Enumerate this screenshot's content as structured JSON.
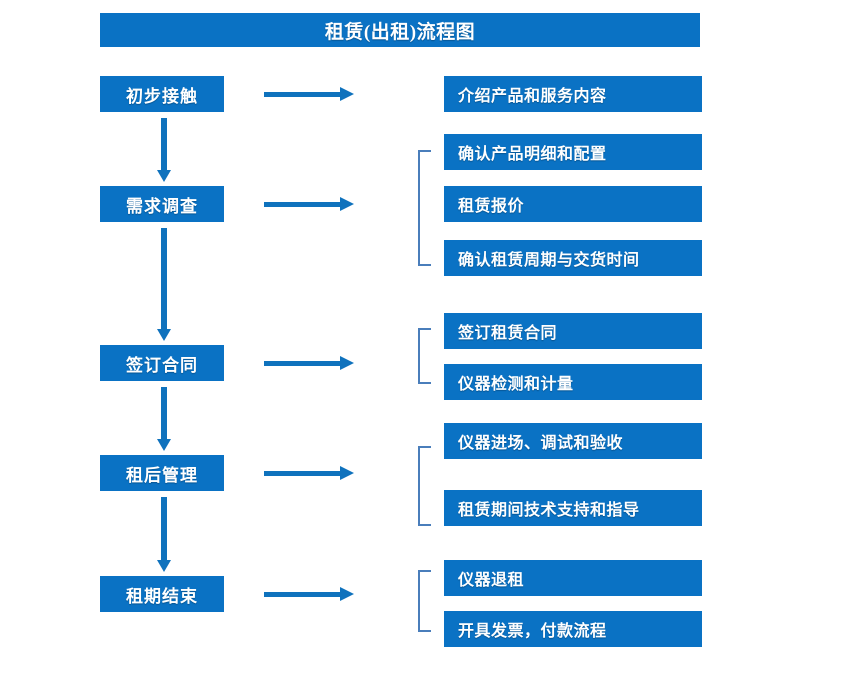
{
  "title": "租赁(出租)流程图",
  "theme": {
    "box_fill": "#0a72c4",
    "box_text": "#ffffff",
    "arrow_color": "#0f72bd",
    "bracket_color": "#4a7ebb",
    "background": "#ffffff"
  },
  "stages": [
    {
      "label": "初步接触"
    },
    {
      "label": "需求调查"
    },
    {
      "label": "签订合同"
    },
    {
      "label": "租后管理"
    },
    {
      "label": "租期结束"
    }
  ],
  "details": [
    {
      "label": "介绍产品和服务内容"
    },
    {
      "label": "确认产品明细和配置"
    },
    {
      "label": "租赁报价"
    },
    {
      "label": "确认租赁周期与交货时间"
    },
    {
      "label": "签订租赁合同"
    },
    {
      "label": "仪器检测和计量"
    },
    {
      "label": "仪器进场、调试和验收"
    },
    {
      "label": "租赁期间技术支持和指导"
    },
    {
      "label": "仪器退租"
    },
    {
      "label": "开具发票，付款流程"
    }
  ]
}
